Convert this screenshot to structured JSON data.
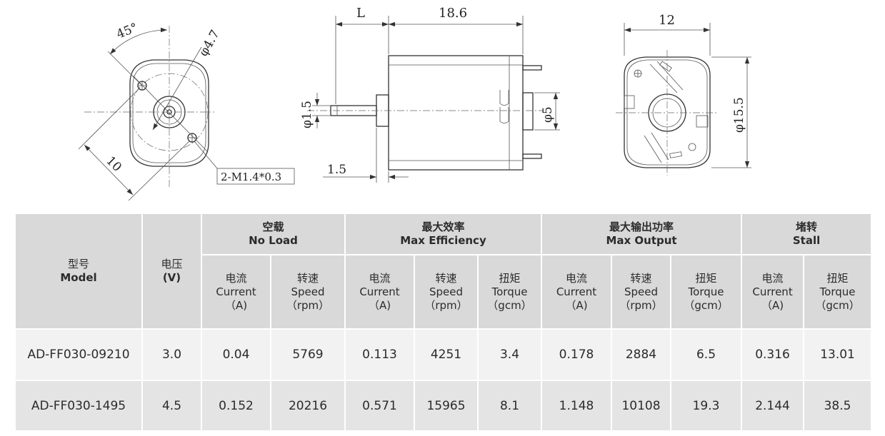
{
  "drawing": {
    "front_view": {
      "angle_label": "45°",
      "hole_diameter_label": "φ4.7",
      "span_label": "10",
      "screw_label": "2-M1.4*0.3"
    },
    "side_view": {
      "shaft_length_label": "L",
      "body_length_label": "18.6",
      "shaft_diameter_label": "φ1.5",
      "boss_length_label": "1.5",
      "boss_diameter_label": "φ5"
    },
    "rear_view": {
      "width_label": "12",
      "height_label": "φ15.5"
    }
  },
  "table": {
    "model_header": {
      "cn": "型号",
      "en": "Model"
    },
    "voltage_header": {
      "cn": "电压",
      "en": "(V)"
    },
    "groups": [
      {
        "cn": "空载",
        "en": "No Load"
      },
      {
        "cn": "最大效率",
        "en": "Max Efficiency"
      },
      {
        "cn": "最大输出功率",
        "en": "Max Output"
      },
      {
        "cn": "堵转",
        "en": "Stall"
      }
    ],
    "subheaders": [
      {
        "cn": "电流",
        "en": "Current",
        "unit": "（A)"
      },
      {
        "cn": "转速",
        "en": "Speed",
        "unit": "（rpm）"
      },
      {
        "cn": "电流",
        "en": "Current",
        "unit": "（A)"
      },
      {
        "cn": "转速",
        "en": "Speed",
        "unit": "（rpm）"
      },
      {
        "cn": "扭矩",
        "en": "Torque",
        "unit": "（gcm）"
      },
      {
        "cn": "电流",
        "en": "Current",
        "unit": "（A)"
      },
      {
        "cn": "转速",
        "en": "Speed",
        "unit": "（rpm）"
      },
      {
        "cn": "扭矩",
        "en": "Torque",
        "unit": "（gcm）"
      },
      {
        "cn": "电流",
        "en": "Current",
        "unit": "（A)"
      },
      {
        "cn": "扭矩",
        "en": "Torque",
        "unit": "（gcm）"
      }
    ],
    "rows": [
      [
        "AD-FF030-09210",
        "3.0",
        "0.04",
        "5769",
        "0.113",
        "4251",
        "3.4",
        "0.178",
        "2884",
        "6.5",
        "0.316",
        "13.01"
      ],
      [
        "AD-FF030-1495",
        "4.5",
        "0.152",
        "20216",
        "0.571",
        "15965",
        "8.1",
        "1.148",
        "10108",
        "19.3",
        "2.144",
        "38.5"
      ]
    ]
  }
}
